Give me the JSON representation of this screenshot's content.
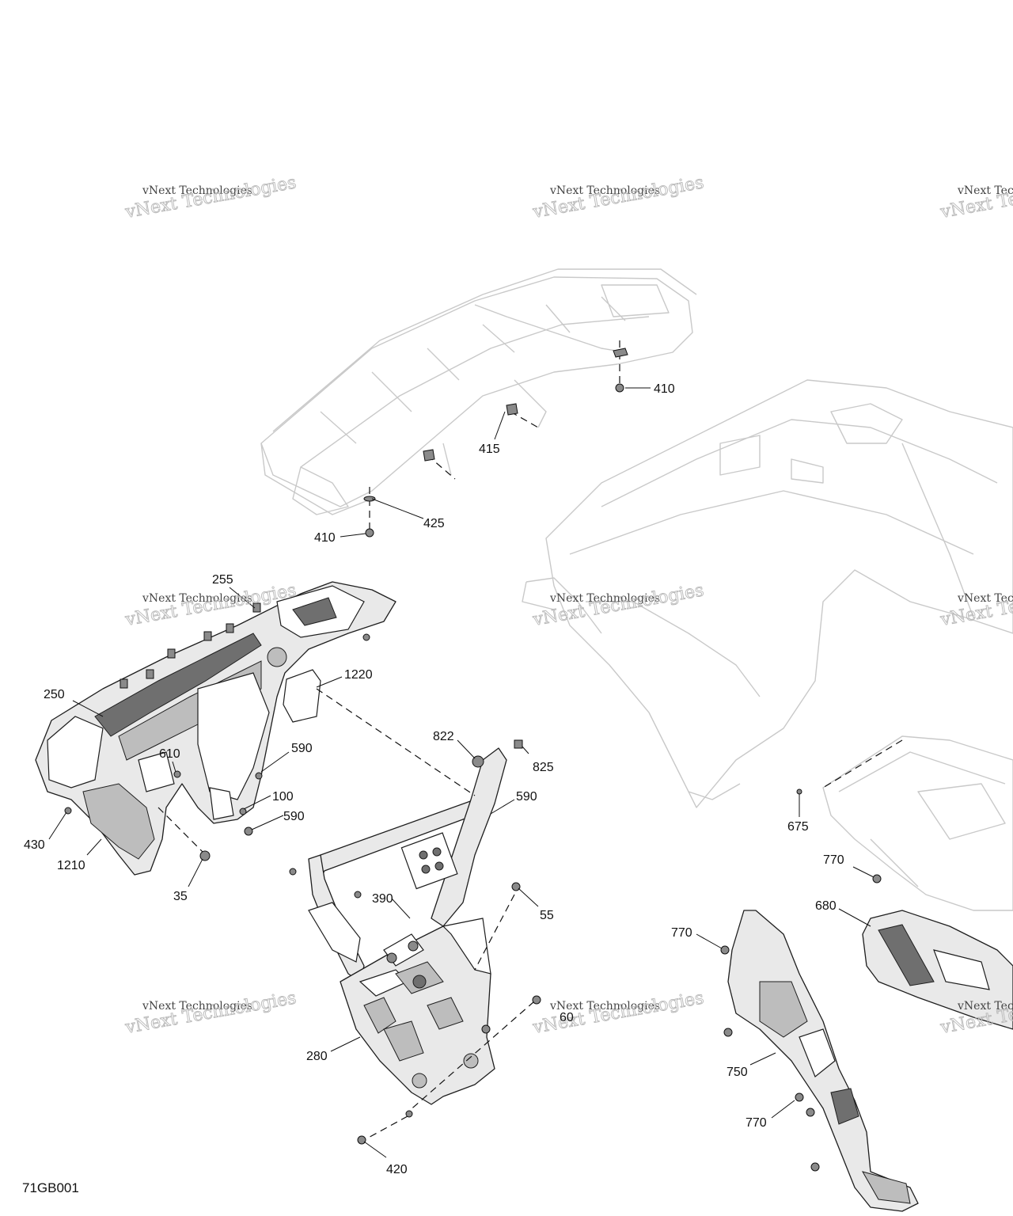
{
  "diagram_id": "71GB001",
  "watermark": {
    "line1": "vNext Technologies",
    "line2": "vNext Technologies"
  },
  "callouts": [
    {
      "id": "c410a",
      "label": "410"
    },
    {
      "id": "c415",
      "label": "415"
    },
    {
      "id": "c425",
      "label": "425"
    },
    {
      "id": "c410b",
      "label": "410"
    },
    {
      "id": "c255",
      "label": "255"
    },
    {
      "id": "c1220",
      "label": "1220"
    },
    {
      "id": "c250",
      "label": "250"
    },
    {
      "id": "c610",
      "label": "610"
    },
    {
      "id": "c590a",
      "label": "590"
    },
    {
      "id": "c100",
      "label": "100"
    },
    {
      "id": "c590b",
      "label": "590"
    },
    {
      "id": "c430",
      "label": "430"
    },
    {
      "id": "c1210",
      "label": "1210"
    },
    {
      "id": "c35",
      "label": "35"
    },
    {
      "id": "c822",
      "label": "822"
    },
    {
      "id": "c825",
      "label": "825"
    },
    {
      "id": "c590c",
      "label": "590"
    },
    {
      "id": "c390",
      "label": "390"
    },
    {
      "id": "c55",
      "label": "55"
    },
    {
      "id": "c60",
      "label": "60"
    },
    {
      "id": "c280",
      "label": "280"
    },
    {
      "id": "c420",
      "label": "420"
    },
    {
      "id": "c675",
      "label": "675"
    },
    {
      "id": "c770a",
      "label": "770"
    },
    {
      "id": "c680",
      "label": "680"
    },
    {
      "id": "c770b",
      "label": "770"
    },
    {
      "id": "c750",
      "label": "750"
    },
    {
      "id": "c770c",
      "label": "770"
    }
  ]
}
